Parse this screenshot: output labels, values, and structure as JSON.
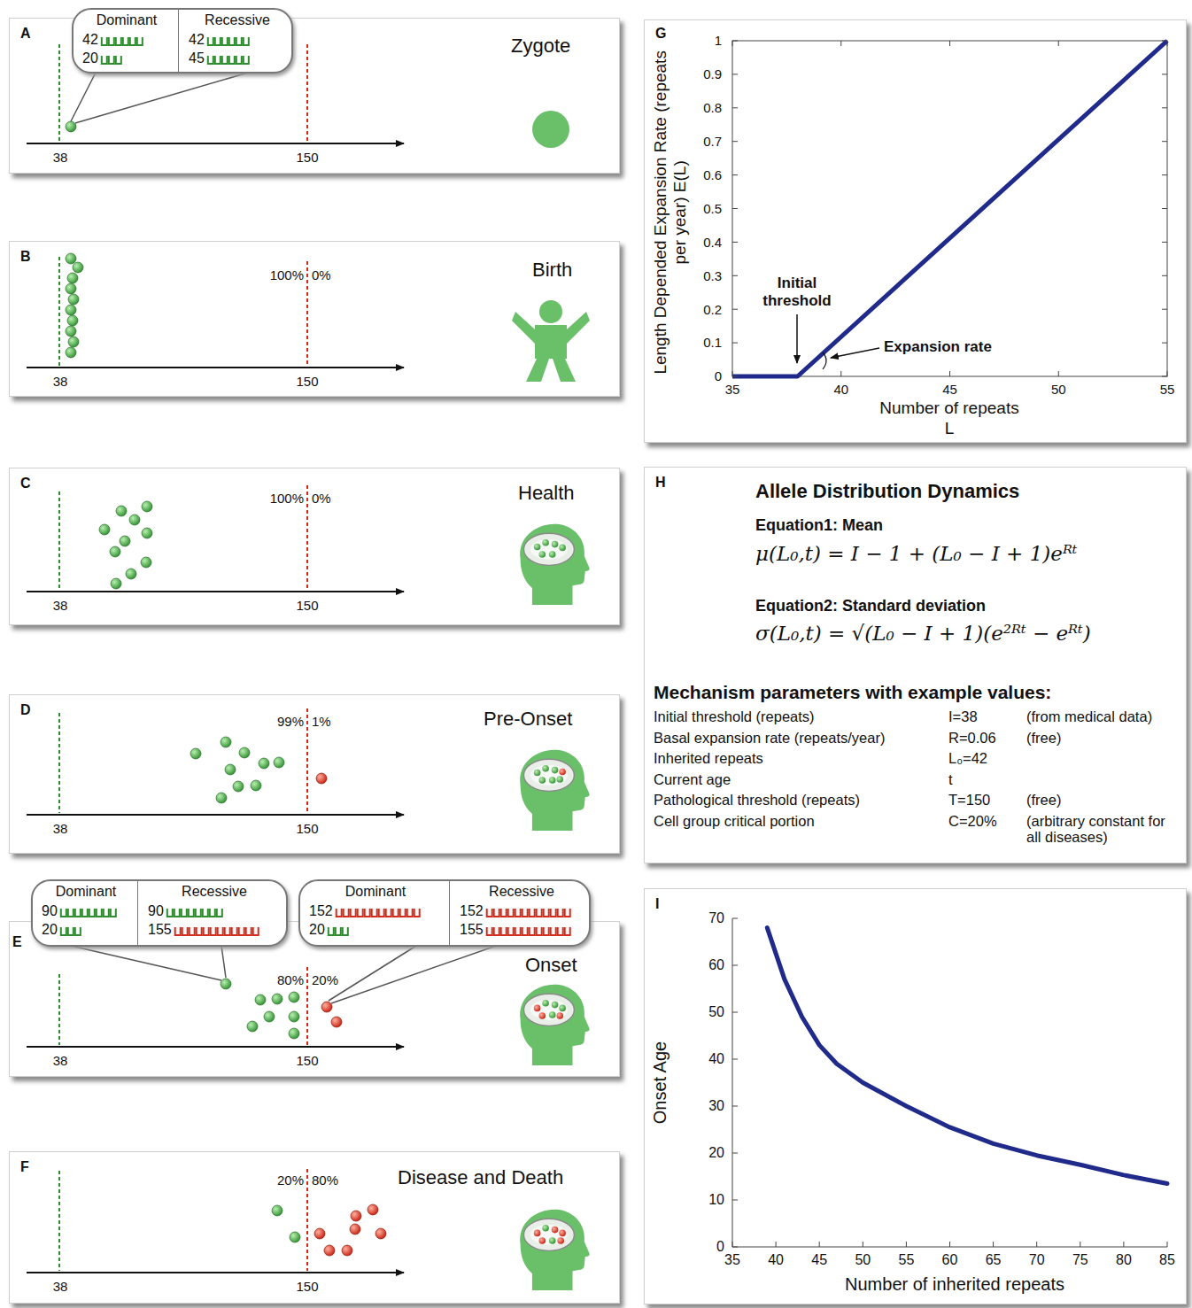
{
  "diagram": {
    "nodes": [
      {
        "text": [
          "A",
          "Zygote"
        ]
      },
      {
        "text": [
          "Dominant",
          "42",
          "20",
          "Recessive",
          "42",
          "45"
        ],
        "in": 0
      },
      {
        "text": [
          "B",
          "Birth"
        ]
      },
      {
        "text": [
          "C",
          "Health"
        ]
      },
      {
        "text": [
          "D",
          "Pre-Onset"
        ]
      },
      {
        "text": [
          "E",
          "Onset"
        ]
      },
      {
        "text": [
          "Dominant",
          "90",
          "20",
          "Recessive",
          "90",
          "155"
        ],
        "in": 5
      },
      {
        "text": [
          "Dominant",
          "152",
          "20",
          "Recessive",
          "152",
          "155"
        ],
        "in": 5
      },
      {
        "text": [
          "F",
          "Disease and Death"
        ]
      },
      {
        "text": [
          "G"
        ]
      },
      {
        "text": [
          "H",
          "Allele Distribution Dynamics",
          "Equation1: Mean",
          "μ(L₀,t) = I − 1 + (L₀ − I + 1)eᴿᵗ",
          "Equation2: Standard deviation",
          "σ(L₀,t) = √(L₀ − I + 1)(e²ᴿᵗ − eᴿᵗ)",
          "Mechanism parameters with example values:",
          "Initial threshold (repeats)",
          "I=38",
          "(from medical data)",
          "Basal expansion rate (repeats/year)",
          "R=0.06",
          "(free)",
          "Inherited repeats",
          "L₀=42",
          "Current age",
          "t",
          "Pathological threshold (repeats)",
          "T=150",
          "(free)",
          "Cell group critical portion",
          "C=20%",
          "(arbitrary constant for all diseases)"
        ]
      },
      {
        "text": [
          "I"
        ]
      }
    ],
    "labels": [
      "38",
      "150",
      "38",
      "150",
      "38",
      "150",
      "38",
      "150",
      "38",
      "150",
      "38",
      "150",
      "100%",
      "0%",
      "100%",
      "0%",
      "99%",
      "1%",
      "80%",
      "20%",
      "20%",
      "80%",
      "0",
      "0.1",
      "0.2",
      "0.3",
      "0.4",
      "0.5",
      "0.6",
      "0.7",
      "0.8",
      "0.9",
      "1",
      "35",
      "40",
      "45",
      "50",
      "55",
      "Length Depended Expansion Rate (repeats per year) E(L)",
      "Number of repeats",
      "L",
      "Initial threshold",
      "Expansion rate",
      "0",
      "10",
      "20",
      "30",
      "40",
      "50",
      "60",
      "70",
      "35",
      "40",
      "45",
      "50",
      "55",
      "60",
      "65",
      "70",
      "75",
      "80",
      "85",
      "Onset Age",
      "Number of inherited repeats"
    ]
  }
}
